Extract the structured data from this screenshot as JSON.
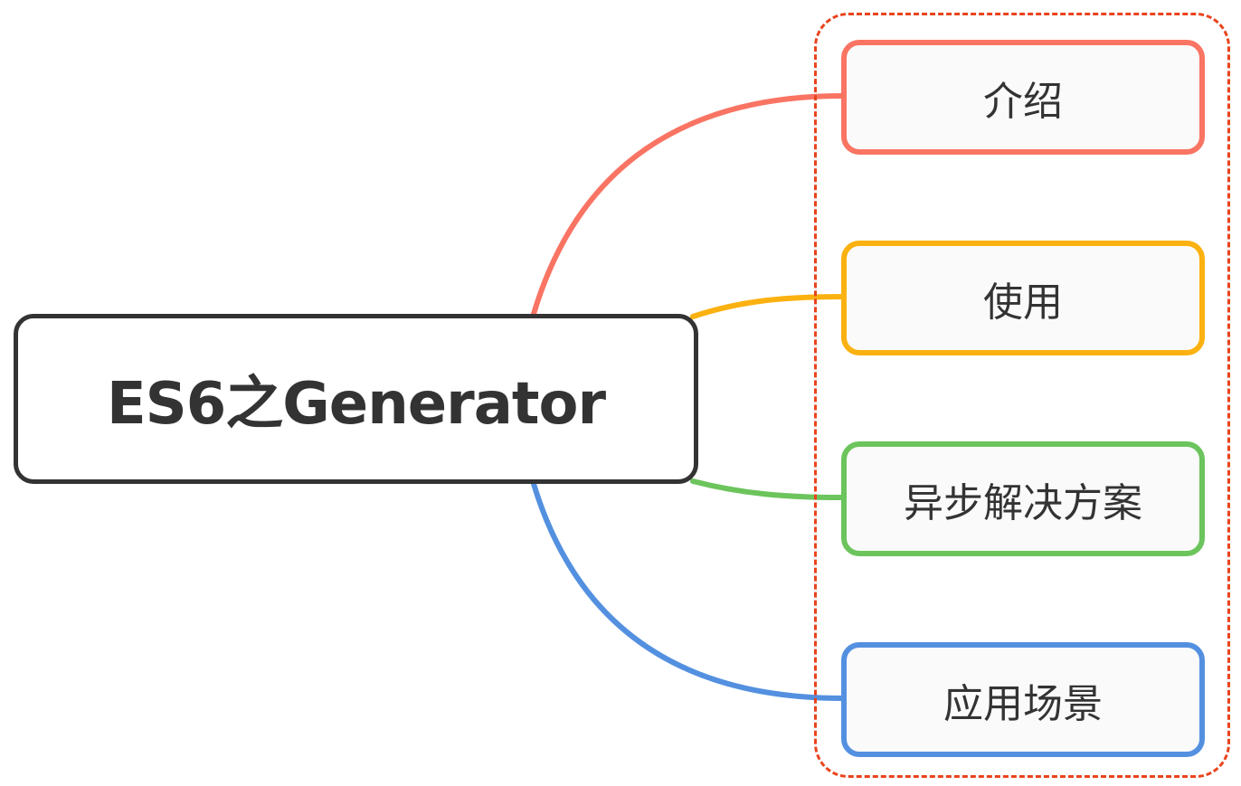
{
  "root": {
    "title": "ES6之Generator",
    "border_color": "#333333"
  },
  "group_frame": {
    "border_color": "#e8441c",
    "style": "dashed"
  },
  "topics": [
    {
      "label": "介绍",
      "color": "#f97463"
    },
    {
      "label": "使用",
      "color": "#fbb110"
    },
    {
      "label": "异步解决方案",
      "color": "#6cc45c"
    },
    {
      "label": "应用场景",
      "color": "#5490e0"
    }
  ]
}
